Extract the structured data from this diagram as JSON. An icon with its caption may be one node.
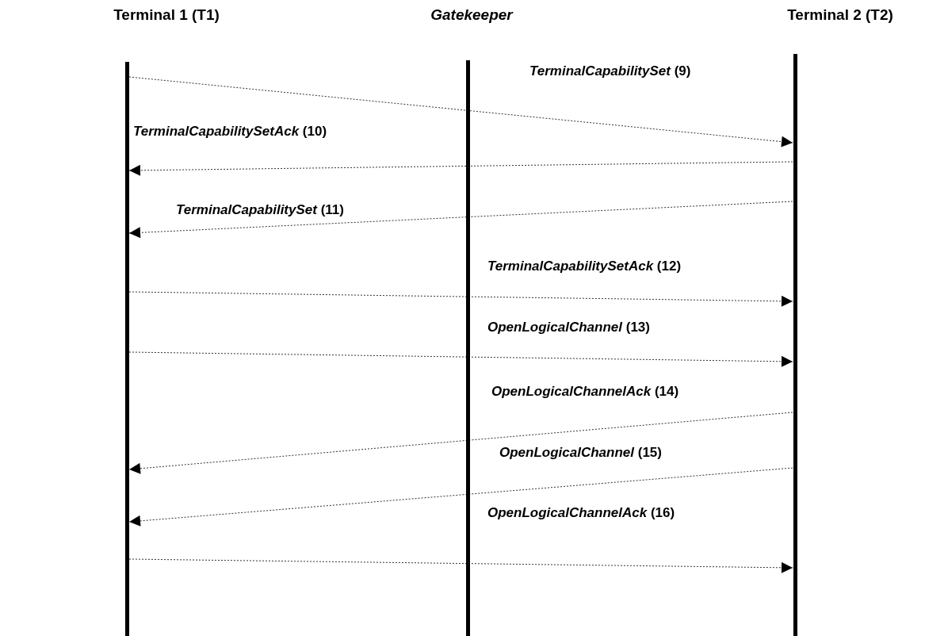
{
  "diagram": {
    "nodes": [
      {
        "text": [
          "Terminal 1 (T1)"
        ]
      },
      {
        "text": [
          "Gatekeeper"
        ]
      },
      {
        "text": [
          "Terminal 2 (T2)"
        ]
      }
    ],
    "edges": [
      {
        "from": 0,
        "to": 2,
        "arrow": "to",
        "label": "*TerminalCapabilitySet* (9)"
      },
      {
        "from": 2,
        "to": 0,
        "arrow": "to",
        "label": "*TerminalCapabilitySetAck*  (10)"
      },
      {
        "from": 2,
        "to": 0,
        "arrow": "to",
        "label": "*TerminalCapabilitySet* (11)"
      },
      {
        "from": 0,
        "to": 2,
        "arrow": "to",
        "label": "*TerminalCapabilitySetAck*  (12)"
      },
      {
        "from": 0,
        "to": 2,
        "arrow": "to",
        "label": "*OpenLogicalChannel*  (13)"
      },
      {
        "from": 2,
        "to": 0,
        "arrow": "to",
        "label": "*OpenLogicalChannelAck*  (14)"
      },
      {
        "from": 2,
        "to": 0,
        "arrow": "to",
        "label": "*OpenLogicalChannel*  (15)"
      },
      {
        "from": 0,
        "to": 2,
        "arrow": "to",
        "label": "*OpenLogicalChannelAck*  (16)"
      }
    ]
  }
}
